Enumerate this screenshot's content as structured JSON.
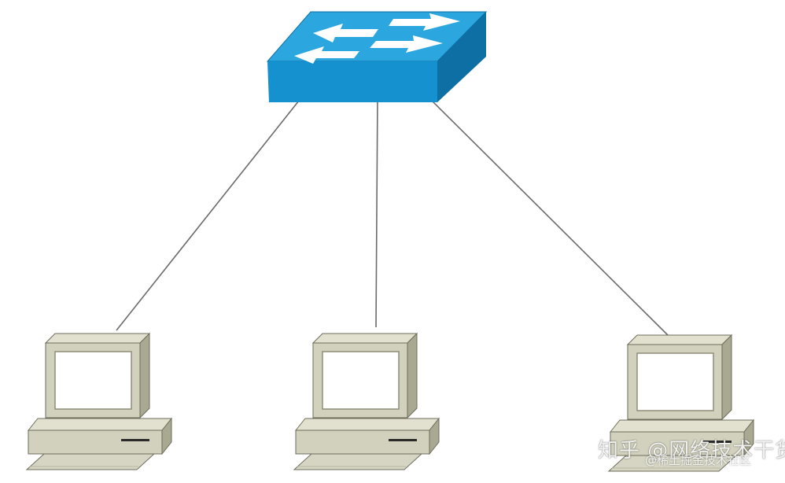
{
  "diagram": {
    "nodes": [
      {
        "id": "switch",
        "kind": "switch",
        "icon": "switch-icon"
      },
      {
        "id": "pc-left",
        "kind": "workstation",
        "icon": "computer-icon"
      },
      {
        "id": "pc-center",
        "kind": "workstation",
        "icon": "computer-icon"
      },
      {
        "id": "pc-right",
        "kind": "workstation",
        "icon": "computer-icon"
      }
    ],
    "edges": [
      {
        "from": "switch",
        "to": "pc-left"
      },
      {
        "from": "switch",
        "to": "pc-center"
      },
      {
        "from": "switch",
        "to": "pc-right"
      }
    ]
  },
  "colors": {
    "switch_top": "#2ba6de",
    "switch_front": "#1591cf",
    "switch_side": "#0d6fa3",
    "computer_body": "#d2d1bd",
    "computer_dark": "#8f8e78",
    "screen": "#ffffff",
    "link": "#6b6b6b"
  },
  "watermark": {
    "main": "知乎 @网络技术干货圈",
    "sub": "@稀土掘金技术社区"
  }
}
